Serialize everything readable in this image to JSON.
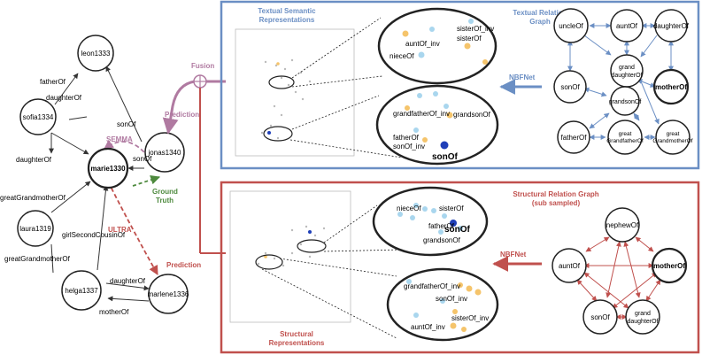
{
  "left_graph": {
    "nodes": {
      "sofia": "sofia1334",
      "leon": "leon1333",
      "marie": "marie1330",
      "jonas": "jonas1340",
      "laura": "laura1319",
      "helga": "helga1337",
      "marlene": "marlene1336"
    },
    "edges": {
      "father_of": "fatherOf",
      "daughter_of_top": "daughterOf",
      "son_of_top": "sonOf",
      "daughter_of_left": "daughterOf",
      "son_of_mid": "sonOf",
      "great_grand_mother_of_a": "greatGrandmotherOf",
      "girl_second_cousin_of": "girlSecondCousinOf",
      "great_grand_mother_of_b": "greatGrandmotherOf",
      "daughter_of_bottom": "daughterOf",
      "mother_of": "motherOf"
    },
    "labels": {
      "semma": "SEMMA",
      "ground_truth_1": "Ground",
      "ground_truth_2": "Truth",
      "ultra": "ULTRA",
      "prediction_top": "Prediction",
      "prediction_bottom": "Prediction",
      "fusion": "Fusion"
    }
  },
  "top_panel": {
    "title_1": "Textual Semantic",
    "title_2": "Representations",
    "zoom_a": [
      "auntOf_inv",
      "sisterOf_inv",
      "sisterOf",
      "nieceOf"
    ],
    "zoom_b": [
      "grandfatherOf_inv",
      "grandsonOf",
      "fatherOf",
      "sonOf_inv",
      "sonOf"
    ],
    "nbfnet": "NBFNet",
    "graph_title_1": "Textual Relation",
    "graph_title_2": "Graph",
    "graph_nodes": {
      "uncle": "uncleOf",
      "aunt": "auntOf",
      "daughter": "daughterOf",
      "son": "sonOf",
      "grand_daughter_1": "grand",
      "grand_daughter_2": "daughterOf",
      "mother": "motherOf",
      "grandson": "grandsonOf",
      "father": "fatherOf",
      "great_gf_1": "great",
      "great_gf_2": "GrandfatherOf",
      "great_gm_1": "great",
      "great_gm_2": "GrandmotherOf"
    }
  },
  "bottom_panel": {
    "title_1": "Structural Relation Graph",
    "title_2": "(sub sampled)",
    "zoom_a": [
      "nieceOf",
      "sisterOf",
      "fatherOf",
      "sonOf",
      "grandsonOf"
    ],
    "zoom_b": [
      "grandfatherOf_inv",
      "sonOf_inv",
      "sisterOf_inv",
      "auntOf_inv"
    ],
    "nbfnet": "NBFNet",
    "rep_title_1": "Structural",
    "rep_title_2": "Representations",
    "graph_nodes": {
      "nephew": "nephewOf",
      "aunt": "auntOf",
      "mother": "motherOf",
      "son": "sonOf",
      "grand_1": "grand",
      "grand_2": "daughterOf"
    }
  },
  "colors": {
    "blue_frame": "#6b8fc4",
    "red_frame": "#c0504d",
    "semma": "#b07aa1",
    "ground_truth": "#4e8a3e",
    "ultra": "#c0504d",
    "orange_dot": "#f5c46b",
    "light_blue_dot": "#a9d6ee",
    "dark_blue_dot": "#1f3fb8"
  }
}
